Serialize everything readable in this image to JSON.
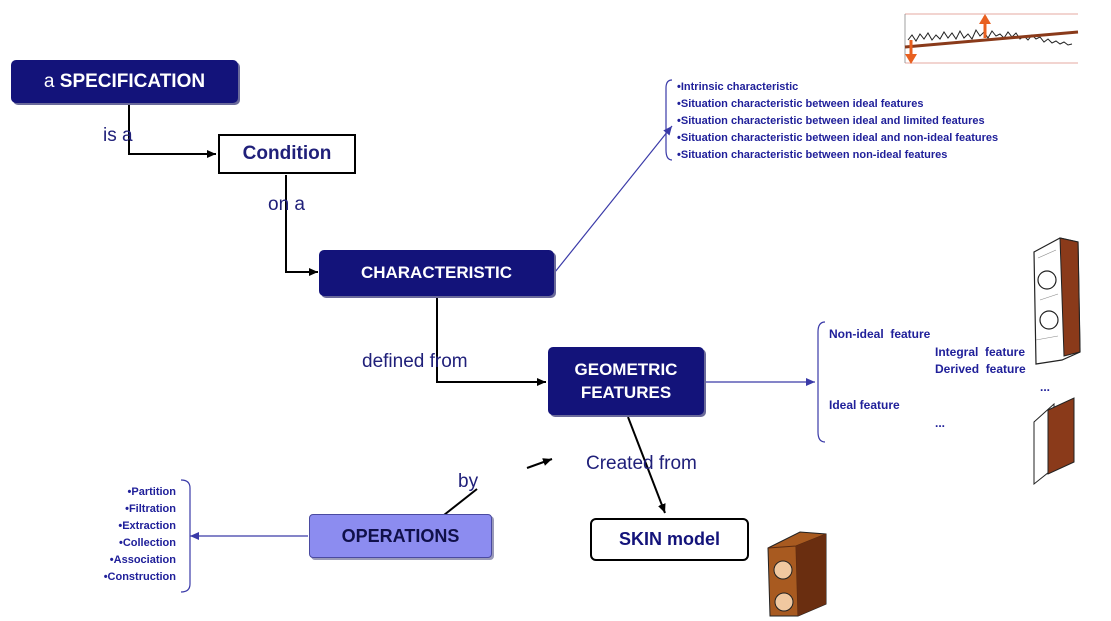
{
  "nodes": {
    "specification": {
      "prefix": "a ",
      "main": "SPECIFICATION"
    },
    "condition": "Condition",
    "characteristic": "CHARACTERISTIC",
    "geometric_features": {
      "line1": "GEOMETRIC",
      "line2": "FEATURES"
    },
    "operations": "OPERATIONS",
    "skin_model": "SKIN model"
  },
  "edge_labels": {
    "is_a": "is a",
    "on_a": "on a",
    "defined_from": "defined from",
    "created_from": "Created from",
    "by": "by"
  },
  "characteristic_types": [
    "•Intrinsic characteristic",
    "•Situation characteristic between ideal features",
    "•Situation characteristic between ideal and limited features",
    "•Situation characteristic between ideal and non-ideal features",
    "•Situation characteristic between non-ideal features"
  ],
  "feature_types": {
    "non_ideal": "Non-ideal  feature",
    "integral": "Integral  feature",
    "derived": "Derived  feature",
    "ellipsis1": "...",
    "ideal": "Ideal feature",
    "ellipsis2": "..."
  },
  "operation_types": [
    "•Partition",
    "•Filtration",
    "•Extraction",
    "•Collection",
    "•Association",
    "•Construction"
  ],
  "colors": {
    "dark_box": "#13137a",
    "operations_box": "#8c8cf0",
    "text_blue": "#20207a",
    "list_blue": "#20209a",
    "line": "#000000",
    "blue_line": "#3a3aa8",
    "part_brown": "#8a3a1a",
    "arrow_orange": "#e86020"
  }
}
